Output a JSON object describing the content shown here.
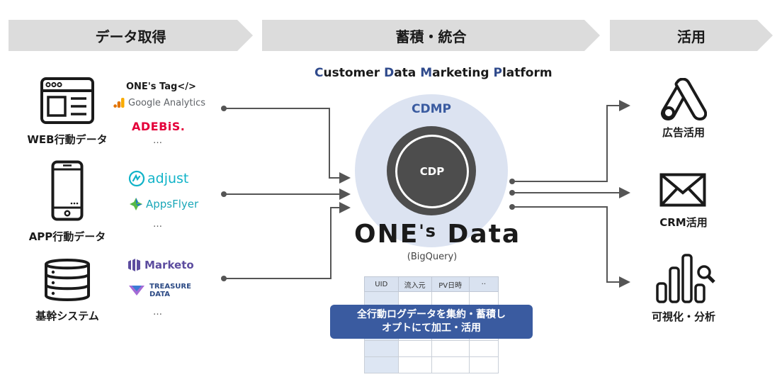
{
  "stages": {
    "collect": "データ取得",
    "integrate": "蓄積・統合",
    "use": "活用"
  },
  "sources": {
    "web": {
      "label": "WEB行動データ",
      "tools": [
        "ONE's Tag</>",
        "Google Analytics",
        "ADEBiS."
      ],
      "more": "…"
    },
    "app": {
      "label": "APP行動データ",
      "tools": [
        "adjust",
        "AppsFlyer"
      ],
      "more": "…"
    },
    "core": {
      "label": "基幹システム",
      "tools": [
        "Marketo",
        "TREASURE",
        "DATA"
      ],
      "more": "…"
    }
  },
  "center": {
    "title_parts": [
      "C",
      "ustomer ",
      "D",
      "ata ",
      "M",
      "arketing ",
      "P",
      "latform"
    ],
    "outer_label": "CDMP",
    "inner_label": "CDP",
    "brand_main": "ONE",
    "brand_apos": "'s",
    "brand_tail": "Data",
    "brand_sub": "(BigQuery)",
    "table_headers": [
      "UID",
      "流入元",
      "PV日時",
      "··"
    ],
    "banner_line1": "全行動ログデータを集約・蓄積し",
    "banner_line2": "オプトにて加工・活用"
  },
  "outputs": {
    "ads": "広告活用",
    "crm": "CRM活用",
    "viz": "可視化・分析"
  },
  "colors": {
    "stage_bg": "#dcdcdc",
    "accent": "#2f4a8c",
    "circle_outer": "#dce3f1",
    "circle_inner": "#4d4d4d",
    "banner": "#3a5ba0",
    "connector": "#555555"
  }
}
